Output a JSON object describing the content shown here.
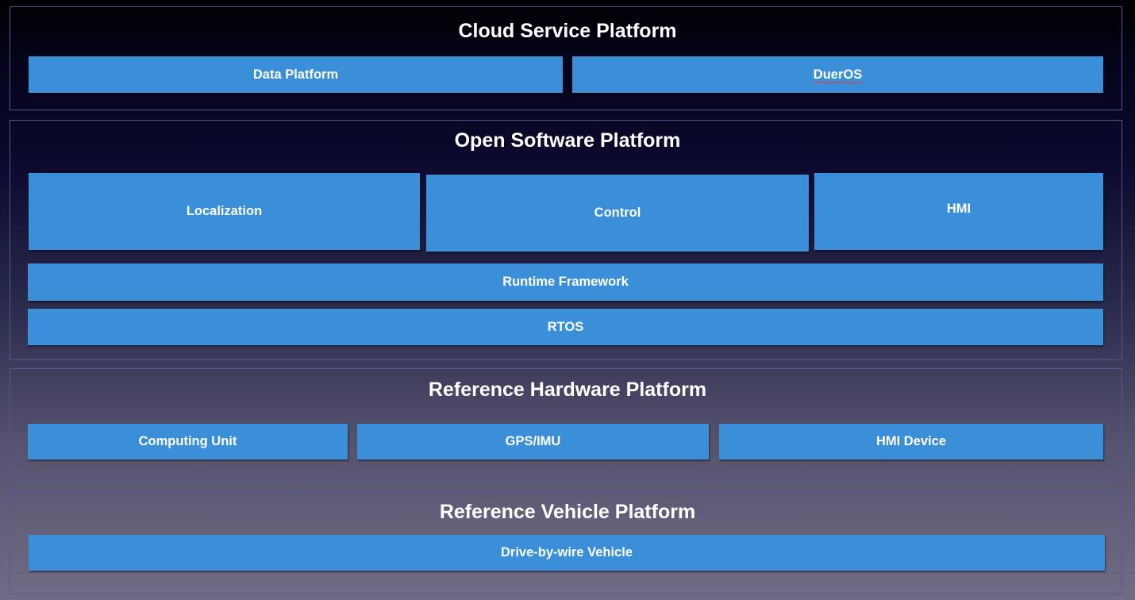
{
  "layers": {
    "cloud": {
      "title": "Cloud Service Platform",
      "data_platform": "Data Platform",
      "dueros": "DuerOS"
    },
    "software": {
      "title": "Open Software Platform",
      "localization": "Localization",
      "control": "Control",
      "hmi": "HMI",
      "runtime": "Runtime Framework",
      "rtos": "RTOS"
    },
    "hardware": {
      "title": "Reference Hardware Platform",
      "computing_unit": "Computing Unit",
      "gps_imu": "GPS/IMU",
      "hmi_device": "HMI Device"
    },
    "vehicle": {
      "title": "Reference Vehicle Platform",
      "drive_by_wire": "Drive-by-wire Vehicle"
    }
  },
  "colors": {
    "box": "#3a8fd8",
    "border": "#4e5a93",
    "text": "#ffffff"
  }
}
